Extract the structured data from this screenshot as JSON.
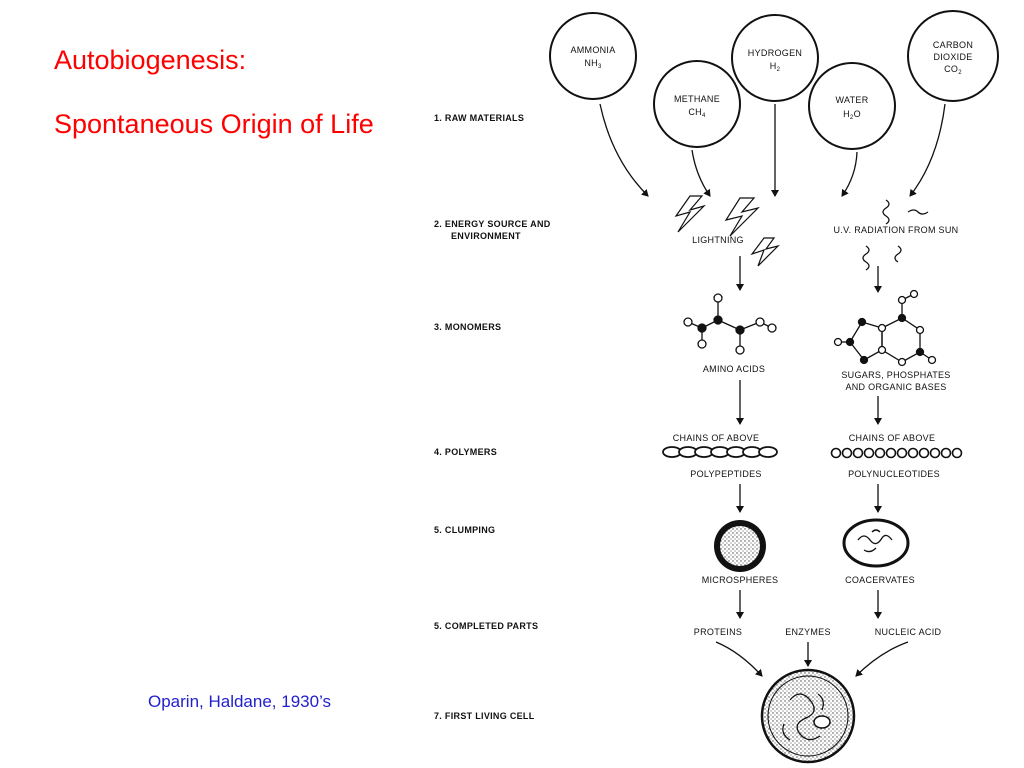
{
  "title": "Autobiogenesis:",
  "subtitle": "Spontaneous Origin of Life",
  "credit": "Oparin, Haldane, 1930’s",
  "stages": [
    {
      "num": "1.",
      "label": "RAW MATERIALS"
    },
    {
      "num": "2.",
      "label": "ENERGY SOURCE AND",
      "label2": "ENVIRONMENT"
    },
    {
      "num": "3.",
      "label": "MONOMERS"
    },
    {
      "num": "4.",
      "label": "POLYMERS"
    },
    {
      "num": "5.",
      "label": "CLUMPING"
    },
    {
      "num": "5.",
      "label": "COMPLETED PARTS"
    },
    {
      "num": "7.",
      "label": "FIRST LIVING CELL"
    }
  ],
  "raw_materials": {
    "ammonia": {
      "name": "AMMONIA",
      "formula": "NH",
      "sub": "3"
    },
    "methane": {
      "name": "METHANE",
      "formula": "CH",
      "sub": "4"
    },
    "hydrogen": {
      "name": "HYDROGEN",
      "formula": "H",
      "sub": "2"
    },
    "water": {
      "name": "WATER",
      "formula": "H",
      "sub": "2",
      "formula2": "O"
    },
    "carbon_dioxide": {
      "name1": "CARBON",
      "name2": "DIOXIDE",
      "formula": "CO",
      "sub": "2"
    }
  },
  "energy": {
    "lightning": "LIGHTNING",
    "uv": "U.V. RADIATION FROM SUN"
  },
  "monomers": {
    "amino": "AMINO ACIDS",
    "sugars1": "SUGARS, PHOSPHATES",
    "sugars2": "AND ORGANIC BASES"
  },
  "polymers": {
    "chains_left": "CHAINS OF ABOVE",
    "chains_right": "CHAINS OF ABOVE",
    "polypeptides": "POLYPEPTIDES",
    "polynucleotides": "POLYNUCLEOTIDES"
  },
  "clumping": {
    "microspheres": "MICROSPHERES",
    "coacervates": "COACERVATES"
  },
  "completed": {
    "proteins": "PROTEINS",
    "enzymes": "ENZYMES",
    "nucleic": "NUCLEIC ACID"
  }
}
